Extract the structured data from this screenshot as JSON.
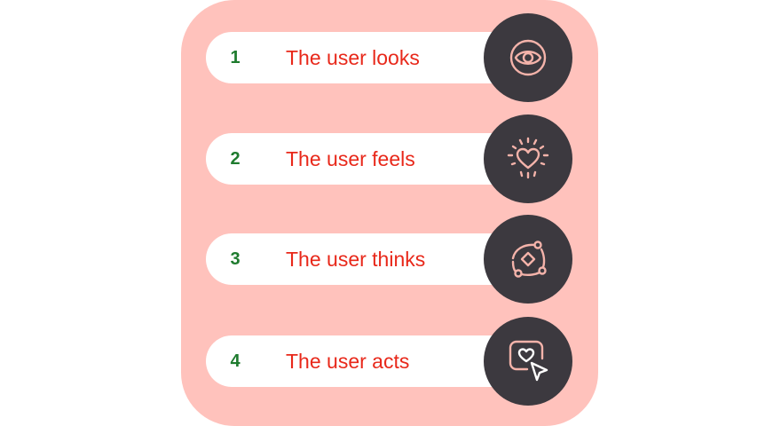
{
  "steps": [
    {
      "number": "1",
      "label": "The user looks",
      "icon": "eye-icon"
    },
    {
      "number": "2",
      "label": "The user feels",
      "icon": "glowing-heart-icon"
    },
    {
      "number": "3",
      "label": "The user thinks",
      "icon": "connected-nodes-icon"
    },
    {
      "number": "4",
      "label": "The user acts",
      "icon": "heart-cursor-icon"
    }
  ],
  "colors": {
    "panel_background": "#ffc2bc",
    "pill_background": "#ffffff",
    "number_color": "#1e7b2e",
    "label_color": "#e8281a",
    "circle_background": "#3c393f",
    "icon_stroke": "#f4b3aa"
  }
}
